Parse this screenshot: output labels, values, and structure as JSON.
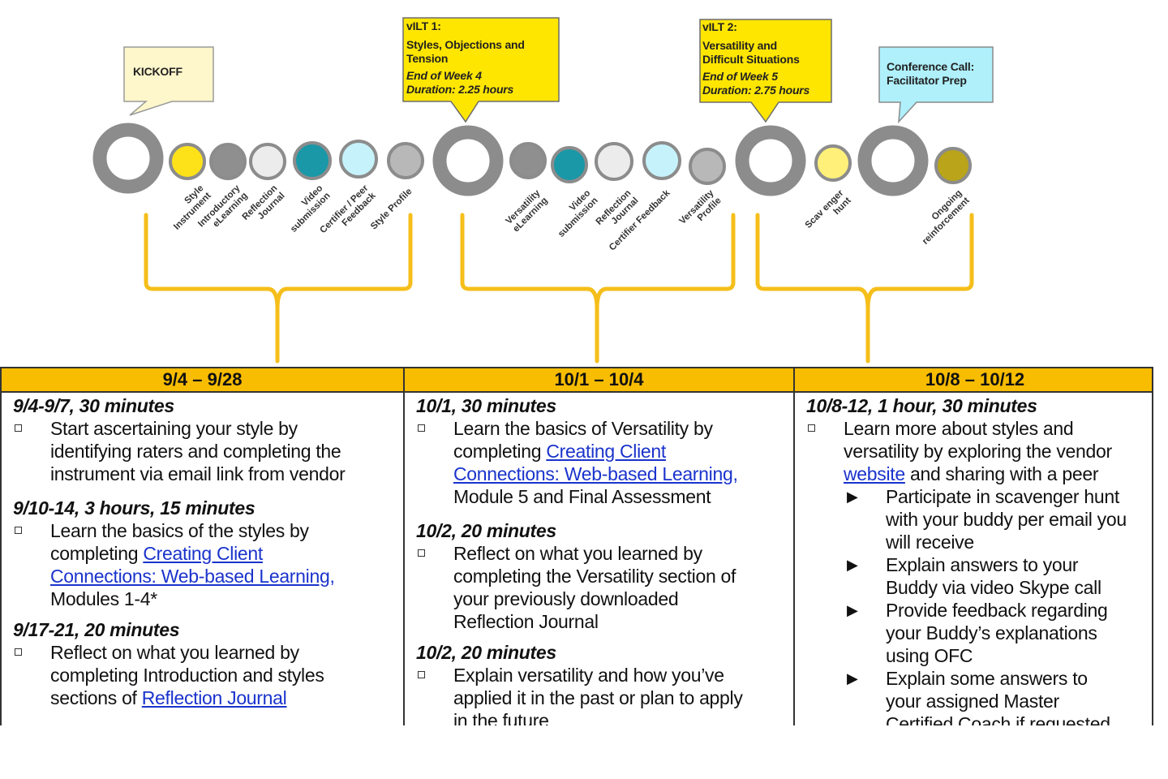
{
  "colors": {
    "ring_gray": "#8c8c8c",
    "bracket": "#f5be1a",
    "callout_yellow": "#ffe600",
    "callout_cream": "#fff7cc",
    "callout_cyan": "#aff0fb",
    "header_orange": "#f8bc00",
    "link_blue": "#1a33cc"
  },
  "callouts": {
    "kickoff": "KICKOFF",
    "vilt1": {
      "title": "vILT 1:",
      "subtitle_line1": "Styles, Objections and",
      "subtitle_line2": "Tension",
      "when": "End of Week 4",
      "duration": "Duration: 2.25 hours"
    },
    "vilt2": {
      "title": "vILT 2:",
      "subtitle_line1": "Versatility and",
      "subtitle_line2": "Difficult Situations",
      "when": "End of Week 5",
      "duration": "Duration: 2.75 hours"
    },
    "conference": {
      "line1": "Conference Call:",
      "line2": "Facilitator Prep"
    }
  },
  "activities": [
    {
      "line1": "Style",
      "line2": "Instrument",
      "color": "#fde21a"
    },
    {
      "line1": "Introductory",
      "line2": "eLearning",
      "color": "#8f8f8f"
    },
    {
      "line1": "Reflection",
      "line2": "Journal",
      "color": "#ececec"
    },
    {
      "line1": "Video",
      "line2": "submission",
      "color": "#1a98a8"
    },
    {
      "line1": "Certifier / Peer",
      "line2": "Feedback",
      "color": "#c6f3fb"
    },
    {
      "line1": "Style Profile",
      "line2": "",
      "color": "#b8b8b8"
    },
    {
      "line1": "Versatility",
      "line2": "eLearning",
      "color": "#8f8f8f"
    },
    {
      "line1": "Video",
      "line2": "submission",
      "color": "#1a98a8"
    },
    {
      "line1": "Reflection",
      "line2": "Journal",
      "color": "#ececec"
    },
    {
      "line1": "Certifier Feedback",
      "line2": "",
      "color": "#c6f3fb"
    },
    {
      "line1": "Versatility",
      "line2": "Profile",
      "color": "#b8b8b8"
    },
    {
      "line1": "Scav enger",
      "line2": "hunt",
      "color": "#fff07a"
    },
    {
      "line1": "Ongoing",
      "line2": "reinforcement",
      "color": "#b9a41a"
    }
  ],
  "columns": [
    {
      "header": "9/4 – 9/28",
      "blocks": [
        {
          "heading": "9/4-9/7, 30 minutes",
          "lines": [
            "Start ascertaining your style by",
            "identifying raters and completing the",
            "instrument via email link from vendor"
          ]
        },
        {
          "heading": "9/10-14, 3 hours, 15 minutes",
          "lines": [
            "Learn the basics of the styles by"
          ],
          "link_pre": "completing ",
          "link1": "Creating Client",
          "link2": "Connections: Web-based Learning,",
          "after": "Modules 1-4*"
        },
        {
          "heading": "9/17-21, 20 minutes",
          "lines": [
            "Reflect on what you learned by",
            "completing Introduction and styles"
          ],
          "link_pre": "sections of ",
          "link1": "Reflection Journal"
        }
      ]
    },
    {
      "header": "10/1 – 10/4",
      "blocks": [
        {
          "heading": "10/1, 30 minutes",
          "lines": [
            "Learn the basics of Versatility by"
          ],
          "link_pre": "completing ",
          "link1": "Creating Client",
          "link2": "Connections: Web-based Learning,",
          "after": "Module 5 and Final Assessment"
        },
        {
          "heading": "10/2, 20 minutes",
          "lines": [
            "Reflect on what you learned by",
            "completing the Versatility section of",
            "your previously downloaded",
            "Reflection Journal"
          ]
        },
        {
          "heading": "10/2, 20 minutes",
          "lines": [
            "Explain versatility and how you’ve",
            "applied it in the past or plan to apply",
            "in the future"
          ]
        }
      ]
    },
    {
      "header": "10/8 – 10/12",
      "blocks": [
        {
          "heading": "10/8-12, 1 hour, 30 minutes",
          "lines": [
            "Learn more about styles and",
            "versatility by exploring the vendor"
          ],
          "link1": "website",
          "link_post": " and sharing with a peer"
        }
      ],
      "subitems": [
        {
          "lines": [
            "Participate in scavenger hunt",
            "with your buddy per email you",
            "will receive"
          ]
        },
        {
          "lines": [
            "Explain answers to your",
            "Buddy via video Skype call"
          ]
        },
        {
          "lines": [
            "Provide feedback regarding",
            "your Buddy’s explanations",
            "using OFC"
          ]
        },
        {
          "lines": [
            "Explain some answers to",
            "your assigned Master",
            "Certified Coach if requested"
          ]
        }
      ]
    }
  ]
}
